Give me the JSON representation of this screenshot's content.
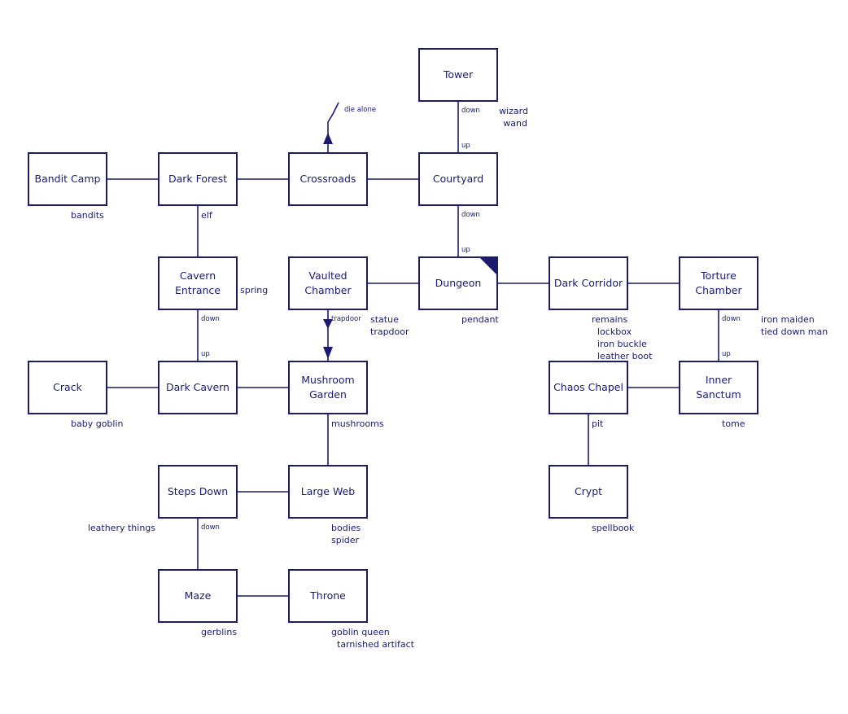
{
  "rooms": {
    "tower": "Tower",
    "bandit_camp": "Bandit Camp",
    "dark_forest": "Dark Forest",
    "crossroads": "Crossroads",
    "courtyard": "Courtyard",
    "cavern_entrance": [
      "Cavern",
      "Entrance"
    ],
    "vaulted_chamber": [
      "Vaulted",
      "Chamber"
    ],
    "dungeon": "Dungeon",
    "dark_corridor": "Dark Corridor",
    "torture_chamber": [
      "Torture",
      "Chamber"
    ],
    "crack": "Crack",
    "dark_cavern": "Dark Cavern",
    "mushroom_garden": [
      "Mushroom",
      "Garden"
    ],
    "chaos_chapel": "Chaos Chapel",
    "inner_sanctum": [
      "Inner",
      "Sanctum"
    ],
    "steps_down": "Steps Down",
    "large_web": "Large Web",
    "crypt": "Crypt",
    "maze": "Maze",
    "throne": "Throne"
  },
  "items": {
    "tower": [
      "wizard",
      "wand"
    ],
    "bandit_camp": [
      "bandits"
    ],
    "dark_forest": [
      "elf"
    ],
    "cavern_entrance": [
      "spring"
    ],
    "vaulted_chamber": [
      "statue",
      "trapdoor"
    ],
    "dungeon": [
      "pendant"
    ],
    "dark_corridor": [
      "remains",
      "lockbox",
      "iron buckle",
      "leather boot"
    ],
    "torture_chamber": [
      "iron maiden",
      "tied down man"
    ],
    "crack": [
      "baby goblin"
    ],
    "mushroom_garden": [
      "mushrooms"
    ],
    "chaos_chapel": [
      "pit"
    ],
    "inner_sanctum": [
      "tome"
    ],
    "steps_down": [
      "leathery things"
    ],
    "large_web": [
      "bodies",
      "spider"
    ],
    "crypt": [
      "spellbook"
    ],
    "maze": [
      "gerblins"
    ],
    "throne": [
      "goblin queen",
      "tarnished artifact"
    ]
  },
  "connection_labels": {
    "tower_down": "down",
    "courtyard_up": "up",
    "courtyard_down": "down",
    "dungeon_up": "up",
    "crossroads_exit": "die alone",
    "cavern_entrance_down": "down",
    "dark_cavern_up": "up",
    "vaulted_trapdoor": "trapdoor",
    "torture_down": "down",
    "sanctum_up": "up",
    "steps_down_down": "down"
  },
  "colors": {
    "ink": "#1a1a6e",
    "background": "#ffffff"
  }
}
